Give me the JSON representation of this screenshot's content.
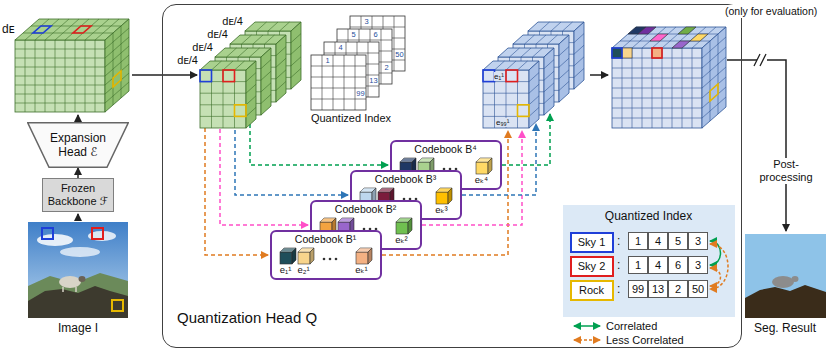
{
  "diagram": {
    "nodes": [
      {
        "text": [
          "Expansion Head ℰ"
        ]
      },
      {
        "text": [
          "Frozen Backbone ℱ"
        ]
      },
      {
        "text": [
          "Quantization Head Q"
        ]
      },
      {
        "text": [
          "Codebook B⁴",
          "eₖ⁴"
        ],
        "in": 2
      },
      {
        "text": [
          "Codebook B³",
          "eₖ³"
        ],
        "in": 2
      },
      {
        "text": [
          "Codebook B²",
          "eₖ²"
        ],
        "in": 2
      },
      {
        "text": [
          "Codebook B¹",
          "e₁¹",
          "e₂¹",
          "eₖ¹"
        ],
        "in": 2
      },
      {
        "text": [
          "Quantized Index"
        ],
        "in": 2
      },
      {
        "text": [
          "Sky 1"
        ],
        "in": 7
      },
      {
        "text": [
          "Sky 2"
        ],
        "in": 7
      },
      {
        "text": [
          "Rock"
        ],
        "in": 7
      }
    ],
    "edges": [
      {
        "from": 1,
        "to": 0,
        "arrow": "to"
      }
    ],
    "labels": [
      "dᴇ",
      "dᴇ/4",
      "dᴇ/4",
      "dᴇ/4",
      "dᴇ/4",
      "1",
      "99",
      "4",
      "13",
      "5",
      "6",
      "2",
      "3",
      "50",
      "Quantized Index",
      "e₁¹",
      "e₉₉¹",
      "(only for evaluation)",
      "Post-processing",
      "Image I",
      "Seg. Result",
      ":",
      "1",
      "4",
      "5",
      "3",
      ":",
      "1",
      "4",
      "6",
      "3",
      ":",
      "99",
      "13",
      "2",
      "50"
    ],
    "legend": [
      {
        "text": "Correlated"
      },
      {
        "text": "Less Correlated"
      }
    ]
  }
}
